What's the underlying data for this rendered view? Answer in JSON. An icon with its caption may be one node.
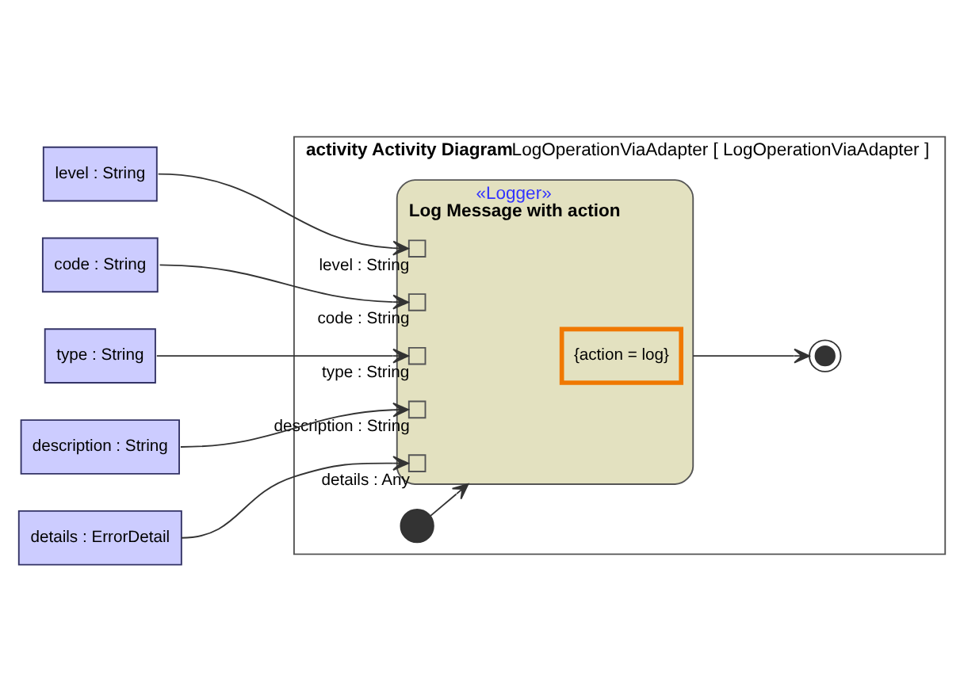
{
  "diagram": {
    "nodes": [
      {
        "text": [
          "activity Activity Diagram",
          "LogOperationViaAdapter [ LogOperationViaAdapter ]"
        ]
      },
      {
        "text": [],
        "shape": "circle",
        "in": 0
      },
      {
        "text": [
          "«Logger»",
          "Log Message with action"
        ],
        "in": 0
      },
      {
        "text": [
          "{action = log}"
        ],
        "in": 2
      },
      {
        "text": [],
        "shape": "box",
        "in": 2,
        "beside": [
          "level : String"
        ]
      },
      {
        "text": [],
        "shape": "box",
        "in": 2,
        "beside": [
          "code : String"
        ]
      },
      {
        "text": [],
        "shape": "box",
        "in": 2,
        "beside": [
          "type : String"
        ]
      },
      {
        "text": [],
        "shape": "box",
        "in": 2,
        "beside": [
          "description : String"
        ]
      },
      {
        "text": [],
        "shape": "box",
        "in": 2,
        "beside": [
          "details : Any"
        ]
      },
      {
        "text": [],
        "shape": "circle",
        "in": 0
      },
      {
        "text": [
          "level : String"
        ]
      },
      {
        "text": [
          "code : String"
        ]
      },
      {
        "text": [
          "type : String"
        ]
      },
      {
        "text": [
          "description : String"
        ]
      },
      {
        "text": [
          "details : ErrorDetail"
        ]
      }
    ],
    "edges": [
      {
        "from": 1,
        "to": 2,
        "arrow": "to"
      },
      {
        "from": 10,
        "to": 4,
        "arrow": "to"
      },
      {
        "from": 11,
        "to": 5,
        "arrow": "to"
      },
      {
        "from": 12,
        "to": 6,
        "arrow": "to"
      },
      {
        "from": 13,
        "to": 7,
        "arrow": "to"
      },
      {
        "from": 14,
        "to": 8,
        "arrow": "to"
      },
      {
        "from": 2,
        "to": 9,
        "arrow": "to"
      }
    ]
  }
}
